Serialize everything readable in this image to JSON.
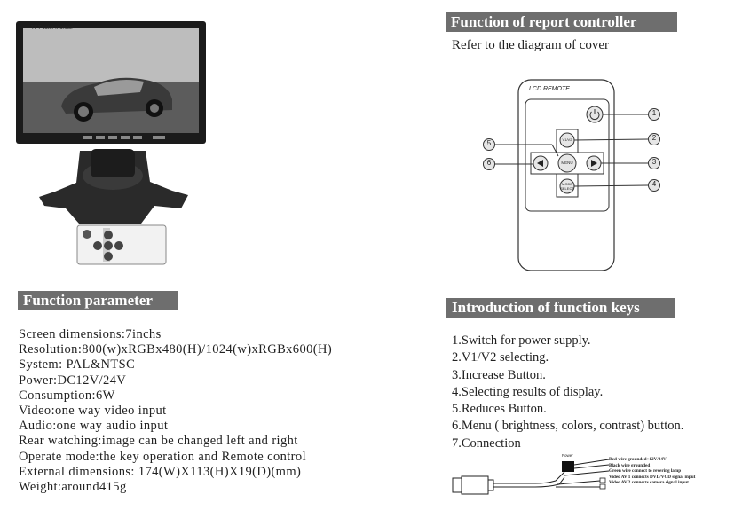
{
  "remote_section": {
    "title": "Function of report controller",
    "subtitle": "Refer to the diagram of cover",
    "remote_label": "LCD REMOTE",
    "buttons": {
      "v1v2": "V1/V2",
      "menu": "MENU",
      "mode": "MODE SELECT"
    },
    "callouts": [
      "1",
      "2",
      "3",
      "4",
      "5",
      "6"
    ]
  },
  "monitor_section": {
    "screen_caption": "TFT color monitor"
  },
  "parameters": {
    "title": "Function parameter",
    "items": [
      "Screen dimensions:7inchs",
      "Resolution:800(w)xRGBx480(H)/1024(w)xRGBx600(H)",
      "System: PAL&NTSC",
      "Power:DC12V/24V",
      "Consumption:6W",
      "Video:one way video input",
      "Audio:one way audio input",
      "Rear watching:image can be changed left and right",
      "Operate mode:the key operation and Remote control",
      "External dimensions: 174(W)X113(H)X19(D)(mm)",
      "Weight:around415g"
    ]
  },
  "function_keys": {
    "title": "Introduction of function keys",
    "items": [
      "1.Switch for power supply.",
      "2.V1/V2 selecting.",
      "3.Increase Button.",
      "4.Selecting results of display.",
      "5.Reduces Button.",
      "6.Menu ( brightness, colors, contrast) button.",
      "7.Connection"
    ]
  },
  "cable": {
    "box_label": "Power",
    "wires": [
      "Red wire grounded+12V/24V",
      "Black wire grounded",
      "Green wire connect to revering lamp",
      "Video AV 1 connects DVD/VCD signal input",
      "Video AV 2 connects camera signal input"
    ]
  }
}
